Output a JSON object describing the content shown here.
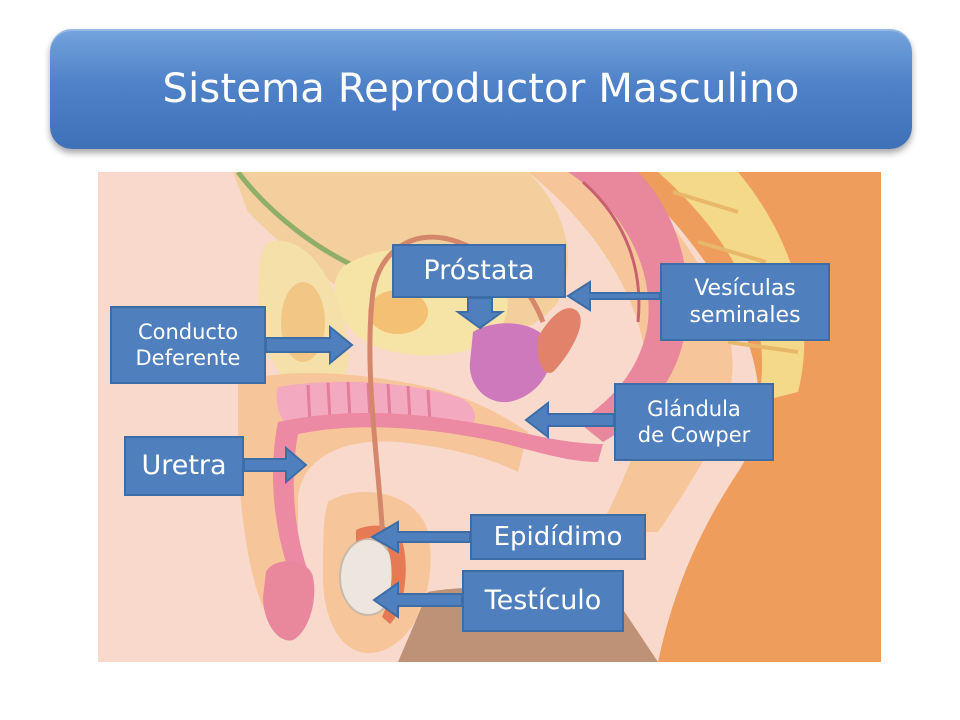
{
  "title": "Sistema Reproductor Masculino",
  "labels": {
    "prostata": "Próstata",
    "vesiculas_line1": "Vesículas",
    "vesiculas_line2": "seminales",
    "conducto_line1": "Conducto",
    "conducto_line2": "Deferente",
    "glandula_line1": "Glándula",
    "glandula_line2": "de Cowper",
    "uretra": "Uretra",
    "epididimo": "Epidídimo",
    "testiculo": "Testículo"
  },
  "colors": {
    "title_bar": "#4f82c8",
    "label_fill": "#4f80bd",
    "background_panel": "#f8d9cc",
    "skin": "#e9a46a",
    "tissue_pink": "#e98aa0",
    "prostate": "#cc77b8"
  },
  "icons": {
    "arrow": "block-arrow"
  }
}
